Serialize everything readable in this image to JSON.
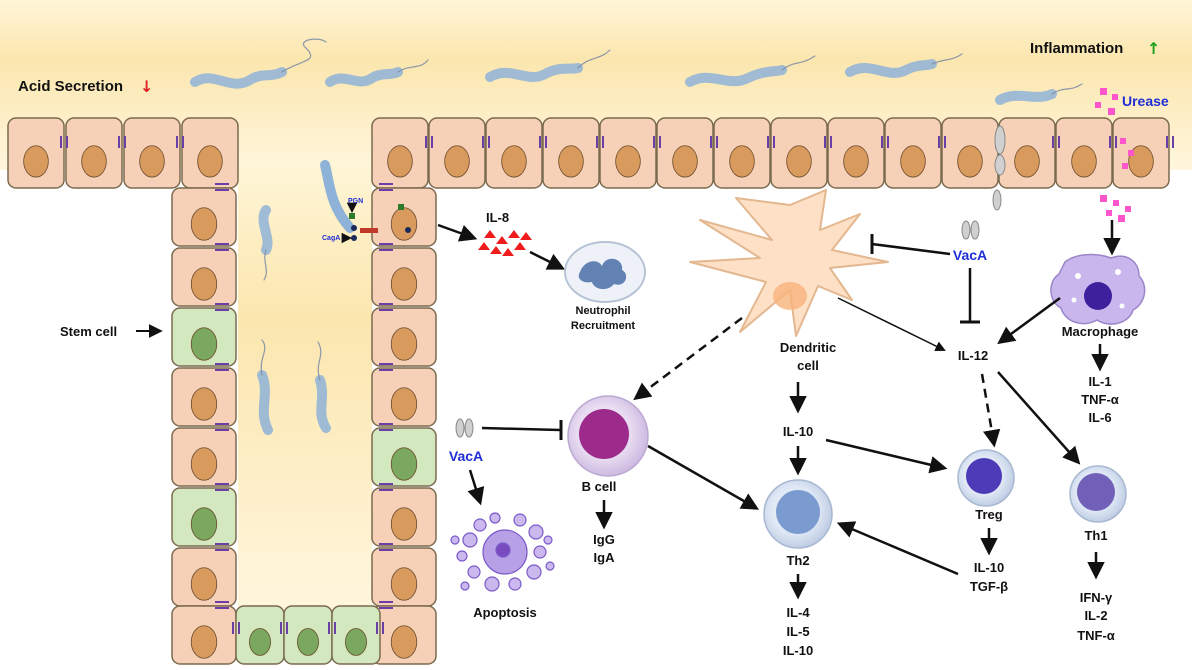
{
  "labels": {
    "acid_secretion": "Acid Secretion",
    "acid_arrow": "↓",
    "inflammation": "Inflammation",
    "inflammation_arrow": "↑",
    "urease": "Urease",
    "stem_cell": "Stem cell",
    "pgn": "PGN",
    "caga": "CagA",
    "il8": "IL-8",
    "neutrophil_line1": "Neutrophil",
    "neutrophil_line2": "Recruitment",
    "vaca_dc": "VacA",
    "vaca_bcell": "VacA",
    "apoptosis": "Apoptosis",
    "b_cell": "B cell",
    "igg": "IgG",
    "iga": "IgA",
    "dendritic_line1": "Dendritic",
    "dendritic_line2": "cell",
    "il10_dc": "IL-10",
    "il12": "IL-12",
    "macrophage": "Macrophage",
    "mac_il1": "IL-1",
    "mac_tnfa": "TNF-α",
    "mac_il6": "IL-6",
    "treg": "Treg",
    "treg_il10": "IL-10",
    "treg_tgfb": "TGF-β",
    "th2": "Th2",
    "th2_il4": "IL-4",
    "th2_il5": "IL-5",
    "th2_il10": "IL-10",
    "th1": "Th1",
    "th1_ifng": "IFN-γ",
    "th1_il2": "IL-2",
    "th1_tnfa": "TNF-α"
  },
  "colors": {
    "lumen": "#fbe8b8",
    "epithelial_cell": "#f6d1b8",
    "stem_cell": "#d4e8c0",
    "cell_border": "#7b6a4f",
    "nucleus": "#d99a5d",
    "stem_nucleus": "#7aa85e",
    "junction": "#6a3fa8",
    "bacteria": "#9dbfe0",
    "urease": "#ff55cc",
    "il8_particles": "#ee1c1c",
    "vaca_label": "#1f2fd6"
  }
}
